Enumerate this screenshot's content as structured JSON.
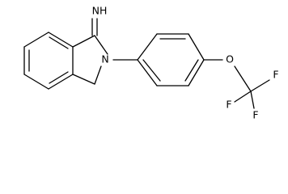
{
  "molecule": {
    "atom_labels": {
      "imine": "NH",
      "ring_nitrogen": "N",
      "ether_oxygen": "O",
      "fluorine_1": "F",
      "fluorine_2": "F",
      "fluorine_3": "F"
    },
    "colors": {
      "bond": "#000000",
      "label": "#000000",
      "background": "#ffffff"
    }
  }
}
